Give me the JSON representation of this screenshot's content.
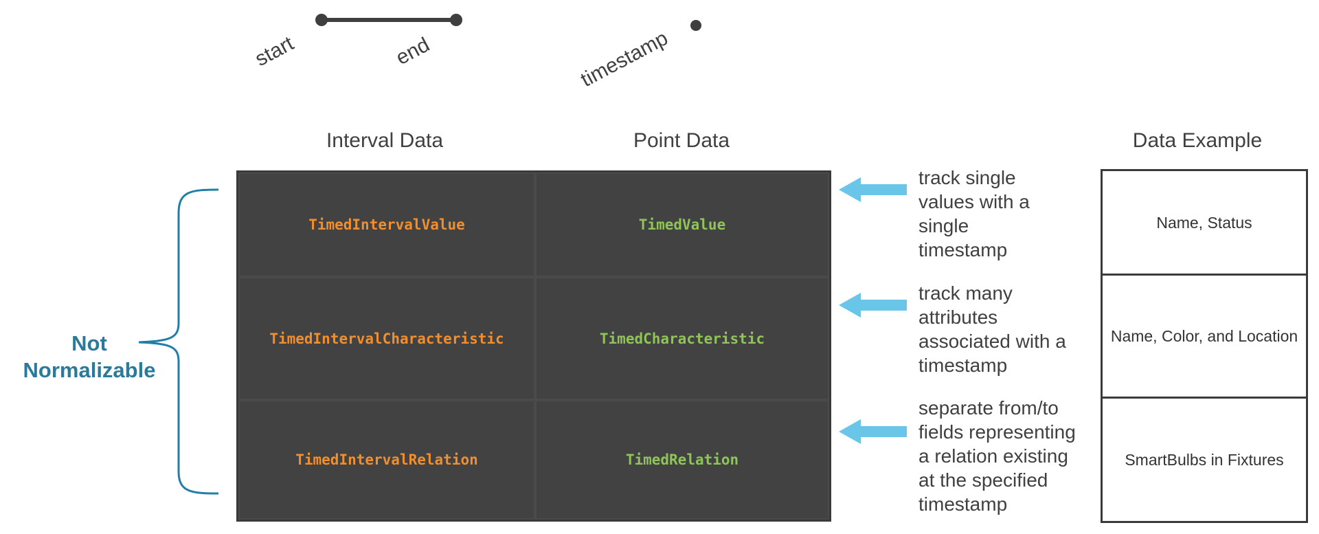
{
  "legend": {
    "start_label": "start",
    "end_label": "end",
    "timestamp_label": "timestamp"
  },
  "headers": {
    "interval": "Interval Data",
    "point": "Point Data",
    "example": "Data Example"
  },
  "rows": [
    {
      "interval": "TimedIntervalValue",
      "point": "TimedValue",
      "description": [
        "track single",
        "values with a",
        "single",
        "timestamp"
      ],
      "example": "Name, Status"
    },
    {
      "interval": "TimedIntervalCharacteristic",
      "point": "TimedCharacteristic",
      "description": [
        "track many",
        "attributes",
        "associated with a",
        "timestamp"
      ],
      "example": "Name, Color, and Location"
    },
    {
      "interval": "TimedIntervalRelation",
      "point": "TimedRelation",
      "description": [
        "separate from/to",
        "fields representing",
        "a relation existing",
        "at the specified",
        "timestamp"
      ],
      "example": "SmartBulbs in Fixtures"
    }
  ],
  "bracket_label": [
    "Not",
    "Normalizable"
  ],
  "colors": {
    "interval_text": "#f28e2b",
    "point_text": "#8fc558",
    "arrow": "#6ac6e8",
    "bracket": "#1f7fa8",
    "bracket_label": "#2b7a9b",
    "grid_bg": "#424242"
  }
}
